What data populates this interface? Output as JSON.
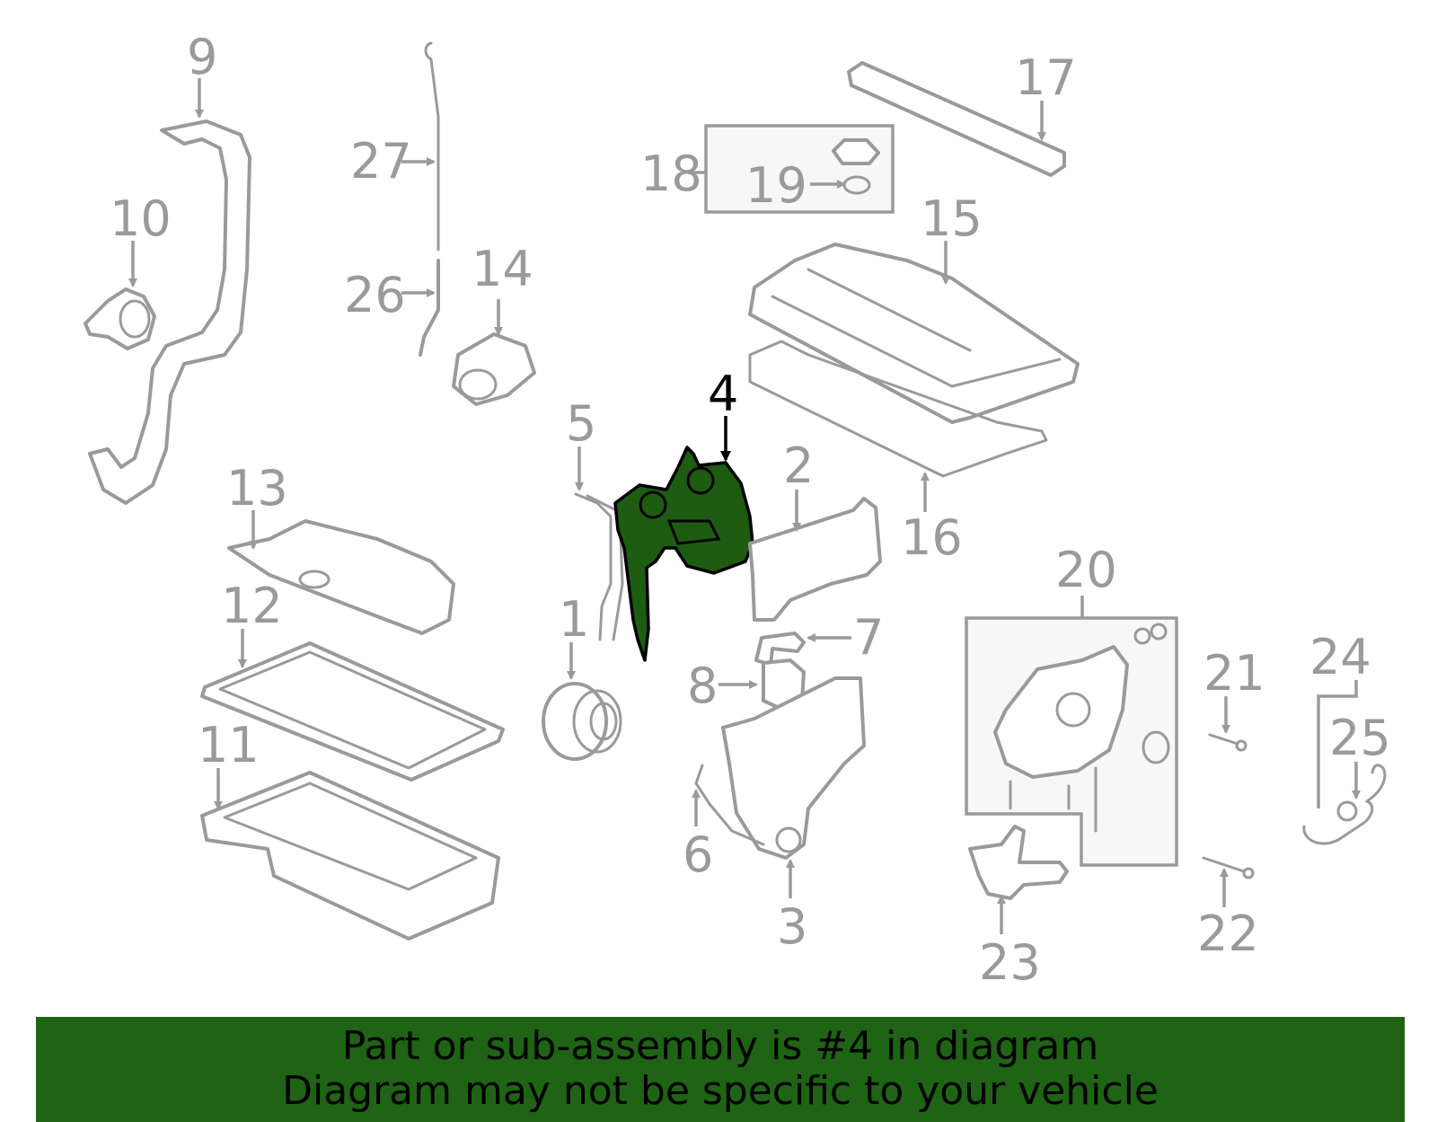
{
  "callouts": {
    "c1": "1",
    "c2": "2",
    "c3": "3",
    "c4": "4",
    "c5": "5",
    "c6": "6",
    "c7": "7",
    "c8": "8",
    "c9": "9",
    "c10": "10",
    "c11": "11",
    "c12": "12",
    "c13": "13",
    "c14": "14",
    "c15": "15",
    "c16": "16",
    "c17": "17",
    "c18": "18",
    "c19": "19",
    "c20": "20",
    "c21": "21",
    "c22": "22",
    "c23": "23",
    "c24": "24",
    "c25": "25",
    "c26": "26",
    "c27": "27"
  },
  "highlight": {
    "part": "4",
    "color": "#1e5c12"
  },
  "banner": {
    "line1": "Part or sub-assembly is #4 in diagram",
    "line2": "Diagram may not be specific to your vehicle",
    "background": "#1e6414"
  }
}
